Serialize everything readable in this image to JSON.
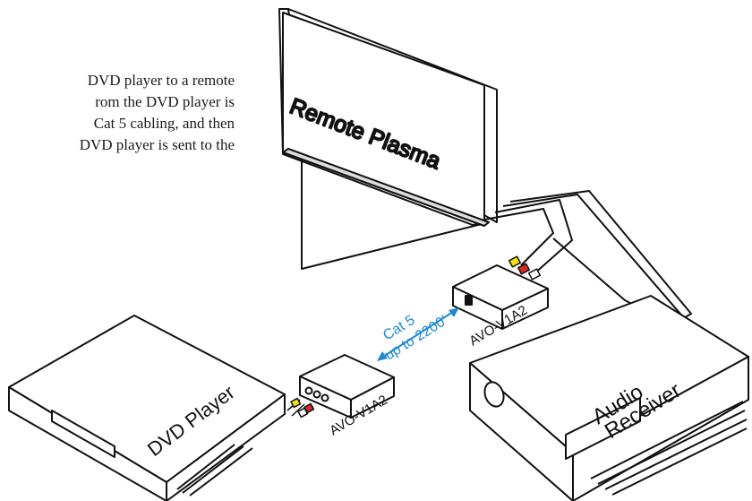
{
  "caption": {
    "lines": [
      "DVD player to a remote",
      "rom the DVD player is",
      "Cat 5 cabling, and then",
      "DVD player is sent to the"
    ]
  },
  "devices": {
    "plasma": "Remote Plasma",
    "dvd": "DVD Player",
    "receiver_line1": "Audio",
    "receiver_line2": "Receiver",
    "extender_top": "AVO-V1A2",
    "extender_bottom": "AVO-V1A2"
  },
  "link": {
    "cable": "Cat 5",
    "distance": "up to 2200'"
  },
  "colors": {
    "link_text": "#1e88d2",
    "video_plug": "#f4e21a",
    "audio_red": "#d8262b",
    "audio_white": "#ffffff"
  }
}
